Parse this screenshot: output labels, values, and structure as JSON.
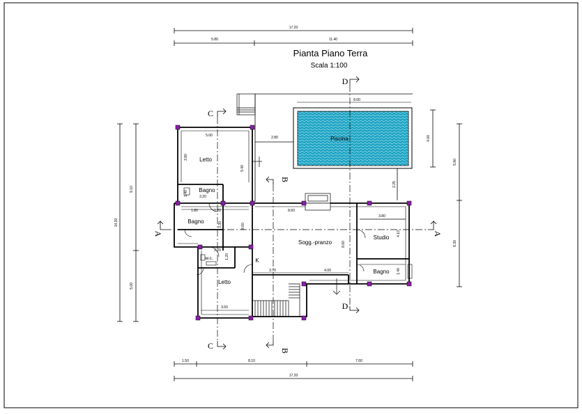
{
  "title": "Pianta Piano Terra",
  "scale": "Scala  1:100",
  "colors": {
    "line": "#000000",
    "pool": "#1aa3c4",
    "pool_wave": "#ffffff",
    "column": "#8a1fa8"
  },
  "rooms": {
    "letto_top": "Letto",
    "bagno_top": "Bagno",
    "bagno_left": "Bagno",
    "wc": "w.c.",
    "letto_bottom": "Letto",
    "soggiorno": "Sogg.-pranzo",
    "studio": "Studio",
    "bagno_right": "Bagno",
    "k": "K",
    "piscina": "Piscina"
  },
  "sections": {
    "d_top": "D",
    "d_bottom": "D",
    "c_top": "C",
    "c_bottom": "C",
    "b_top": "B",
    "b_bottom": "B",
    "a_left": "A",
    "a_right": "A"
  },
  "dimensions": {
    "top_total": "17.20",
    "top_left": "5.80",
    "top_right": "11.40",
    "bottom_a": "1.50",
    "bottom_b": "8.10",
    "bottom_c": "7.60",
    "bottom_total": "17.20",
    "left_total": "14.30",
    "left_upper": "9.10",
    "left_lower": "5.00",
    "right_upper": "5.90",
    "right_lower": "8.30",
    "pool_width": "8.00",
    "pool_height": "4.00",
    "pool_gap": "2.80",
    "pool_to_house": "2.25",
    "letto_width": "5.00",
    "letto_depth": "3.80",
    "letto_side": "5.40",
    "bagno_width": "3.20",
    "bagno_side": "1.40",
    "col_a": "1.80",
    "col_b": "1.20",
    "living_width": "8.60",
    "stair_side": "3.30",
    "studio_width": "3.80",
    "studio_side": "4.10",
    "bath_right_side": "1.40",
    "wc_width": "2.20",
    "wc_side": "1.20",
    "living_depth": "3.70",
    "right_part": "4.00",
    "letto2_width": "3.50",
    "living_side": "8.60"
  }
}
